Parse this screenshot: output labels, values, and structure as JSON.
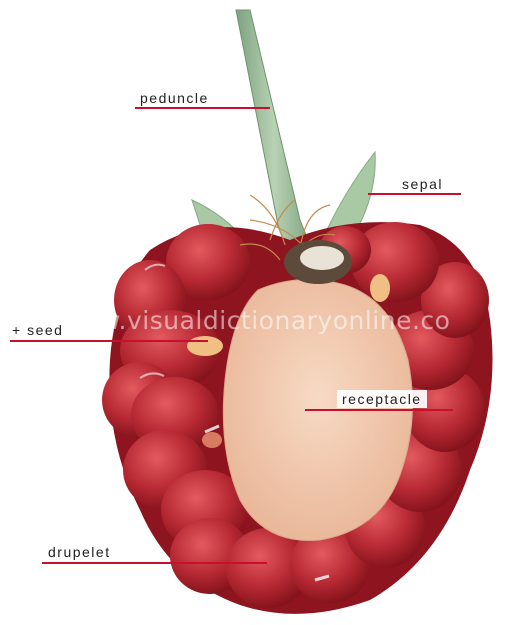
{
  "labels": {
    "peduncle": "peduncle",
    "sepal": "sepal",
    "seed": "+ seed",
    "receptacle": "receptacle",
    "drupelet": "drupelet"
  },
  "watermark": "www.visualdictionaryonline.co",
  "colors": {
    "leader_line": "#c8102e",
    "drupelet_dark": "#8e1420",
    "drupelet_mid": "#c0303a",
    "receptacle": "#f1c8ad",
    "stem": "#8fb28f",
    "sepal": "#a9c9a4",
    "seed": "#eab67a"
  }
}
